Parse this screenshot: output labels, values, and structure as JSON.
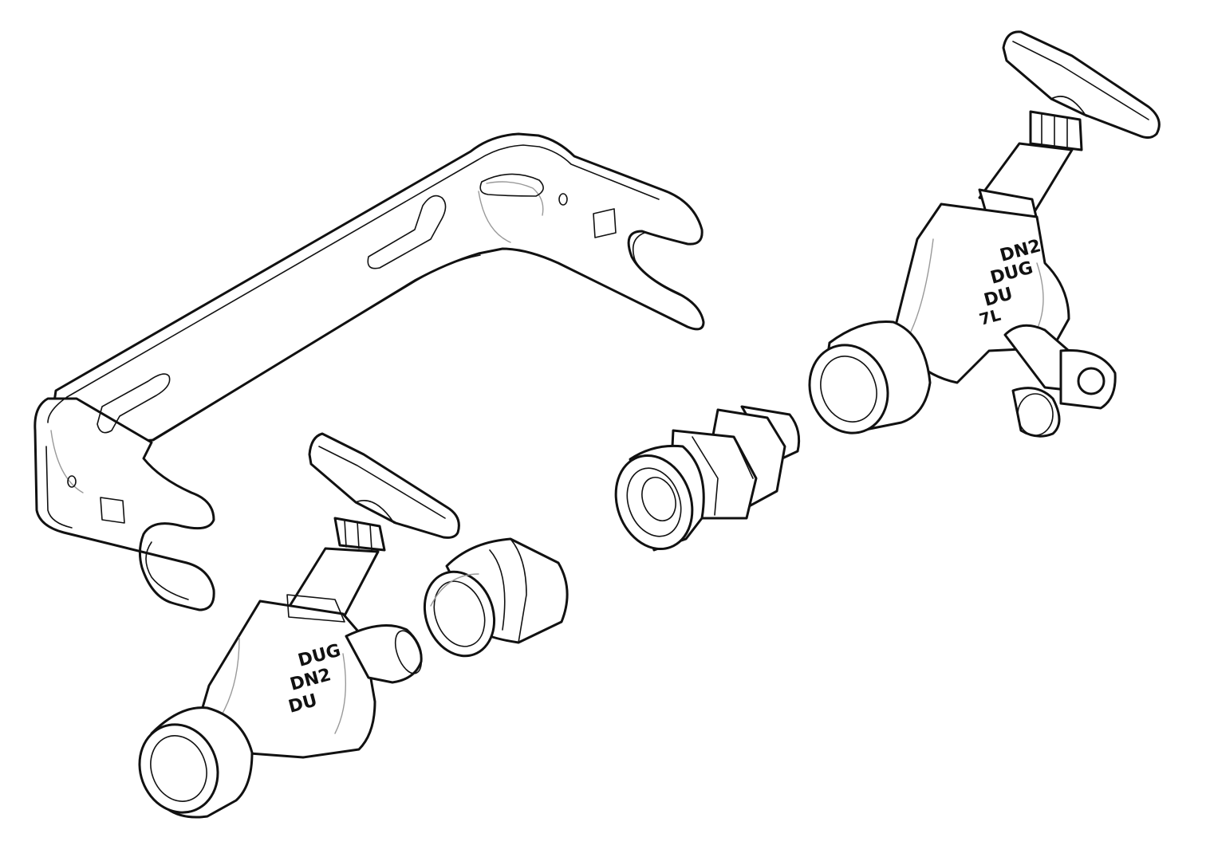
{
  "drawing": {
    "line_color": "#111111",
    "shade_color": "#9a9a9a",
    "background": "#ffffff"
  },
  "markings": {
    "left_valve": [
      "DUG",
      "DN2",
      "DU"
    ],
    "right_valve": [
      "DN2",
      "DUG",
      "DU",
      "7L"
    ]
  }
}
